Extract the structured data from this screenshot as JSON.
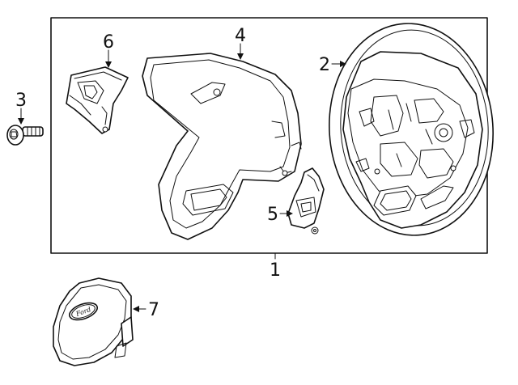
{
  "callouts": {
    "c1": "1",
    "c2": "2",
    "c3": "3",
    "c4": "4",
    "c5": "5",
    "c6": "6",
    "c7": "7"
  },
  "logo_text": "Ford",
  "parts": [
    {
      "callout": "1",
      "name": "steering-wheel-assembly"
    },
    {
      "callout": "2",
      "name": "steering-wheel"
    },
    {
      "callout": "3",
      "name": "bolt"
    },
    {
      "callout": "4",
      "name": "rear-cover"
    },
    {
      "callout": "5",
      "name": "right-switch"
    },
    {
      "callout": "6",
      "name": "left-switch"
    },
    {
      "callout": "7",
      "name": "air-bag-module"
    }
  ]
}
